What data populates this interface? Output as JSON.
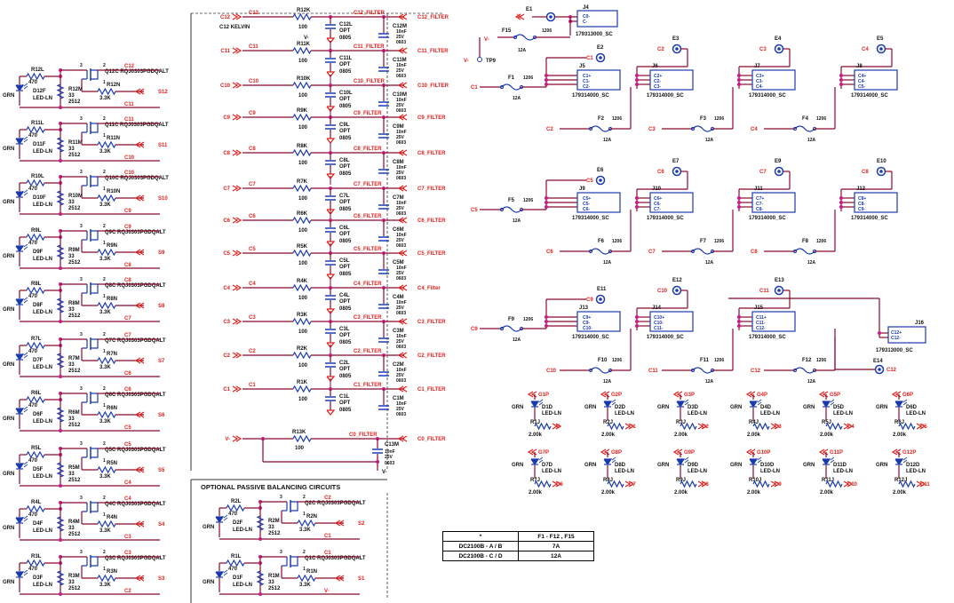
{
  "cells": [
    {
      "stage": 12,
      "label": "C12",
      "prev": "C11",
      "sense": "S12",
      "fet": "Q12C",
      "r470": "R12L",
      "r33": "R12M",
      "r3k": "R12N",
      "led": "D12F"
    },
    {
      "stage": 11,
      "label": "C11",
      "prev": "C10",
      "sense": "S11",
      "fet": "Q11C",
      "r470": "R11L",
      "r33": "R11M",
      "r3k": "R11N",
      "led": "D11F"
    },
    {
      "stage": 10,
      "label": "C10",
      "prev": "C9",
      "sense": "S10",
      "fet": "Q10C",
      "r470": "R10L",
      "r33": "R10M",
      "r3k": "R10N",
      "led": "D10F"
    },
    {
      "stage": 9,
      "label": "C9",
      "prev": "C8",
      "sense": "S9",
      "fet": "Q9C",
      "r470": "R9L",
      "r33": "R9M",
      "r3k": "R9N",
      "led": "D9F"
    },
    {
      "stage": 8,
      "label": "C8",
      "prev": "C7",
      "sense": "S8",
      "fet": "Q8C",
      "r470": "R8L",
      "r33": "R8M",
      "r3k": "R8N",
      "led": "D8F"
    },
    {
      "stage": 7,
      "label": "C7",
      "prev": "C6",
      "sense": "S7",
      "fet": "Q7C",
      "r470": "R7L",
      "r33": "R7M",
      "r3k": "R7N",
      "led": "D7F"
    },
    {
      "stage": 6,
      "label": "C6",
      "prev": "C5",
      "sense": "S6",
      "fet": "Q6C",
      "r470": "R6L",
      "r33": "R6M",
      "r3k": "R6N",
      "led": "D6F"
    },
    {
      "stage": 5,
      "label": "C5",
      "prev": "C4",
      "sense": "S5",
      "fet": "Q5C",
      "r470": "R5L",
      "r33": "R5M",
      "r3k": "R5N",
      "led": "D5F"
    },
    {
      "stage": 4,
      "label": "C4",
      "prev": "C3",
      "sense": "S4",
      "fet": "Q4C",
      "r470": "R4L",
      "r33": "R4M",
      "r3k": "R4N",
      "led": "D4F"
    },
    {
      "stage": 3,
      "label": "C3",
      "prev": "C2",
      "sense": "S3",
      "fet": "Q3C",
      "r470": "R3L",
      "r33": "R3M",
      "r3k": "R3N",
      "led": "D3F"
    }
  ],
  "balancing_extra": [
    {
      "label": "C2",
      "prev": "C1",
      "sense": "S2",
      "fet": "Q2C",
      "r470": "R2L",
      "r33": "R2M",
      "r3k": "R2N",
      "led": "D2F"
    },
    {
      "label": "C1",
      "prev": "V-",
      "sense": "S1",
      "fet": "Q1C",
      "r470": "R1L",
      "r33": "R1M",
      "r3k": "R1N",
      "led": "D1F"
    }
  ],
  "common": {
    "v470": "470",
    "v33": "33",
    "pkg2512": "2512",
    "v3k": "3.3K",
    "grn": "GRN",
    "led_ln": "LED-LN",
    "fet_part": "RQJ0303PGDQALT",
    "pin3": "3",
    "pin2": "2",
    "pin1": "1"
  },
  "balancing_title": "OPTIONAL PASSIVE BALANCING CIRCUITS",
  "c12_kelvin": "C12 KELVIN",
  "filters": [
    {
      "in": "C12",
      "r": "R12K",
      "cl": "C12L",
      "cm": "C12M",
      "out": "C12_FILTER",
      "inner": "C12_FILTER"
    },
    {
      "in": "C11",
      "r": "R11K",
      "cl": "C11L",
      "cm": "C11M",
      "out": "C11_FILTER",
      "inner": "C11_FILTER"
    },
    {
      "in": "C10",
      "r": "R10K",
      "cl": "C10L",
      "cm": "C10M",
      "out": "C10_FILTER",
      "inner": "C10_FILTER"
    },
    {
      "in": "C9",
      "r": "R9K",
      "cl": "C9L",
      "cm": "C9M",
      "out": "C9_FILTER",
      "inner": "C9_FILTER"
    },
    {
      "in": "C8",
      "r": "R8K",
      "cl": "C8L",
      "cm": "C8M",
      "out": "C8_FILTER",
      "inner": "C8_FILTER"
    },
    {
      "in": "C7",
      "r": "R7K",
      "cl": "C7L",
      "cm": "C7M",
      "out": "C7_FILTER",
      "inner": "C7_FILTER"
    },
    {
      "in": "C6",
      "r": "R6K",
      "cl": "C6L",
      "cm": "C6M",
      "out": "C6_FILTER",
      "inner": "C6_FILTER"
    },
    {
      "in": "C5",
      "r": "R5K",
      "cl": "C5L",
      "cm": "C5M",
      "out": "C5_FILTER",
      "inner": "C5_FILTER"
    },
    {
      "in": "C4",
      "r": "R4K",
      "cl": "C4L",
      "cm": "C4M",
      "out": "C4_Filter",
      "inner": "C4_FILTER"
    },
    {
      "in": "C3",
      "r": "R3K",
      "cl": "C3L",
      "cm": "C3M",
      "out": "C3_FILTER",
      "inner": "C3_FILTER"
    },
    {
      "in": "C2",
      "r": "R2K",
      "cl": "C2L",
      "cm": "C2M",
      "out": "C2_FILTER",
      "inner": "C2_FILTER"
    },
    {
      "in": "C1",
      "r": "R1K",
      "cl": "C1L",
      "cm": "C1M",
      "out": "C1_FILTER",
      "inner": "C1_FILTER"
    }
  ],
  "filter_common": {
    "r_val": "100",
    "opt": "OPT",
    "pkg0805": "0805",
    "cap": "10nF",
    "volt": "25V",
    "pkg0603": "0603",
    "vminus": "V-"
  },
  "filter_v": {
    "in": "V-",
    "r": "R13K",
    "cm": "C13M",
    "out": "C0_FILTER",
    "inner": "C0_FILTER",
    "gnd": "V-"
  },
  "connectors": {
    "tp9": "TP9",
    "fuse_size": "1206",
    "fuse_rating": "12A",
    "part_a": "179313000_SC",
    "part_b": "179314000_SC",
    "e1": {
      "id": "E1",
      "label": "V-"
    },
    "j4": {
      "id": "J4",
      "pins": [
        "C0-",
        "C-"
      ]
    },
    "f15": {
      "id": "F15",
      "net": "V-"
    },
    "rows": [
      {
        "j": {
          "id": "J5",
          "pins": [
            "C1+",
            "C1-",
            "C2-"
          ]
        },
        "f_in": {
          "id": "F1",
          "net": "C1"
        },
        "e": [
          {
            "id": "E2",
            "label": "C1"
          },
          {
            "id": "E3",
            "label": "C2"
          },
          {
            "id": "E4",
            "label": "C3"
          },
          {
            "id": "E5",
            "label": "C4"
          }
        ],
        "js": [
          {
            "id": "J6",
            "pins": [
              "C2+",
              "C2-",
              "C3-"
            ]
          },
          {
            "id": "J7",
            "pins": [
              "C3+",
              "C3-",
              "C4-"
            ]
          },
          {
            "id": "J8",
            "pins": [
              "C4+",
              "C4-",
              "C5-"
            ]
          }
        ],
        "fs": [
          {
            "id": "F2",
            "net": "C2"
          },
          {
            "id": "F3",
            "net": "C3"
          },
          {
            "id": "F4",
            "net": "C4"
          }
        ]
      },
      {
        "j": {
          "id": "J9",
          "pins": [
            "C5+",
            "C5-",
            "C6-"
          ]
        },
        "f_in": {
          "id": "F5",
          "net": "C5"
        },
        "e": [
          {
            "id": "E6",
            "label": "C5"
          },
          {
            "id": "E7",
            "label": "C6"
          },
          {
            "id": "E9",
            "label": "C7"
          },
          {
            "id": "E10",
            "label": "C8"
          }
        ],
        "js": [
          {
            "id": "J10",
            "pins": [
              "C6+",
              "C6-",
              "C7-"
            ]
          },
          {
            "id": "J11",
            "pins": [
              "C7+",
              "C7-",
              "C8-"
            ]
          },
          {
            "id": "J12",
            "pins": [
              "C8+",
              "C8-",
              "C9-"
            ]
          }
        ],
        "fs": [
          {
            "id": "F6",
            "net": "C6"
          },
          {
            "id": "F7",
            "net": "C7"
          },
          {
            "id": "F8",
            "net": "C8"
          }
        ]
      },
      {
        "j": {
          "id": "J13",
          "pins": [
            "C9+",
            "C9-",
            "C10-"
          ]
        },
        "f_in": {
          "id": "F9",
          "net": "C9"
        },
        "e": [
          {
            "id": "E11",
            "label": "C9"
          },
          {
            "id": "E12",
            "label": "C10"
          },
          {
            "id": "E13",
            "label": "C11"
          }
        ],
        "js": [
          {
            "id": "J14",
            "pins": [
              "C10+",
              "C10-",
              "C11-"
            ]
          },
          {
            "id": "J15",
            "pins": [
              "C11+",
              "C11-",
              "C12-"
            ]
          }
        ],
        "fs": [
          {
            "id": "F10",
            "net": "C10"
          },
          {
            "id": "F11",
            "net": "C11"
          },
          {
            "id": "F12",
            "net": "C12"
          }
        ]
      }
    ],
    "j16": {
      "id": "J16",
      "pins": [
        "C12+",
        "C12-"
      ],
      "part": "179313000_SC"
    },
    "e14": {
      "id": "E14",
      "label": "C12"
    }
  },
  "leds_top": [
    {
      "g": "G1P",
      "d": "D1D",
      "r": "R1J",
      "net": "V-"
    },
    {
      "g": "G2P",
      "d": "D2D",
      "r": "R2J",
      "net": "C1"
    },
    {
      "g": "G3P",
      "d": "D3D",
      "r": "R3J",
      "net": "C2"
    },
    {
      "g": "G4P",
      "d": "D4D",
      "r": "R4J",
      "net": "C3"
    },
    {
      "g": "G5P",
      "d": "D5D",
      "r": "R5J",
      "net": "C4"
    },
    {
      "g": "G6P",
      "d": "D6D",
      "r": "R6J",
      "net": "C5"
    }
  ],
  "leds_bottom": [
    {
      "g": "G7P",
      "d": "D7D",
      "r": "R7J",
      "net": "C6"
    },
    {
      "g": "G8P",
      "d": "D8D",
      "r": "R8J",
      "net": "C7"
    },
    {
      "g": "G9P",
      "d": "D9D",
      "r": "R9J",
      "net": "C8"
    },
    {
      "g": "G10P",
      "d": "D10D",
      "r": "R10J",
      "net": "C9"
    },
    {
      "g": "G11P",
      "d": "D11D",
      "r": "R11J",
      "net": "C10"
    },
    {
      "g": "G12P",
      "d": "D12D",
      "r": "R12J",
      "net": "C11"
    }
  ],
  "led_common": {
    "grn": "GRN",
    "led_ln": "LED-LN",
    "r_val": "2.00k"
  },
  "table": {
    "header": [
      "*",
      "F1 - F12 , F15"
    ],
    "rows": [
      [
        "DC2100B - A / B",
        "7A"
      ],
      [
        "DC2100B - C / D",
        "12A"
      ]
    ]
  },
  "colors": {
    "wire": "#8b0a2a",
    "label": "#e0201c",
    "junction": "#c81c8c",
    "part": "#1b3ab0",
    "text": "#111111",
    "frame": "#000000"
  }
}
